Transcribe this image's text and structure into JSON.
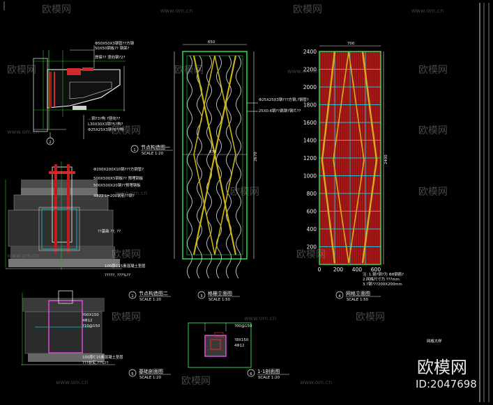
{
  "watermark": {
    "brand": "欧模网",
    "url": "www.om.cn"
  },
  "details": [
    {
      "num": "1",
      "title": "节点构造图一",
      "scale": "SCALE 1:20"
    },
    {
      "num": "2",
      "title": "节点构造图二",
      "scale": "SCALE 1:20"
    },
    {
      "num": "3",
      "title": "格栅立面图",
      "scale": "SCALE 1:50"
    },
    {
      "num": "4",
      "title": "网格立面图",
      "scale": "SCALE 1:50"
    },
    {
      "num": "5",
      "title": "基础剖面图",
      "scale": "SCALE 1:20"
    },
    {
      "num": "6",
      "title": "1-1剖面图",
      "scale": "SCALE 1:20"
    }
  ],
  "notes_detail1": [
    "Φ50X50X3钢管??方钢",
    "50X50钢板?? 钢架?",
    "焊接?? 竖向钢?2?",
    "…钢?3?构 ?竖向??",
    "L30X30X3钢?5?构?",
    "Φ25X25X3钢?6??构"
  ],
  "notes_detail2": [
    "Φ200X200X10钢???方钢管?",
    "500X500X5钢板?? 预埋钢板",
    "500X500X20钢??预埋钢板",
    "4Φ22  L=200钢筋??钢?",
    "??基础 ??, ??",
    "100厚C15素混凝土垫层",
    "?????, ???%??"
  ],
  "notes_elev3": [
    "Φ25X25X3钢???方钢,?钢管?",
    "25X0.6钢??扁钢?钢片??"
  ],
  "notes_detail5": [
    "?00X150",
    "4Φ12",
    "?10@150",
    "100厚C15素混凝土垫层",
    "???夯实,??%??"
  ],
  "notes_detail6": [
    "?00@150",
    "?8X150",
    "4Φ12"
  ],
  "dims": {
    "elev3_mid": "870",
    "elev3_top": "650",
    "elev3_side": "2670",
    "elev4_top": "700",
    "elev4_side": "2400"
  },
  "notes_elev4": [
    "注: 1.钢?钢?为 Φ8钢筋?",
    "  2.网格尺寸为 ???mm",
    "  3.?钢???200X200mm"
  ],
  "footer_label": "网格大样",
  "id_mark": "ID:2047698",
  "chart_data": {
    "type": "grid",
    "x_ticks": [
      "0",
      "200",
      "400",
      "600"
    ],
    "y_ticks": [
      "200",
      "400",
      "600",
      "800",
      "1000",
      "1200",
      "1400",
      "1600",
      "1800",
      "2000",
      "2200",
      "2400"
    ]
  }
}
